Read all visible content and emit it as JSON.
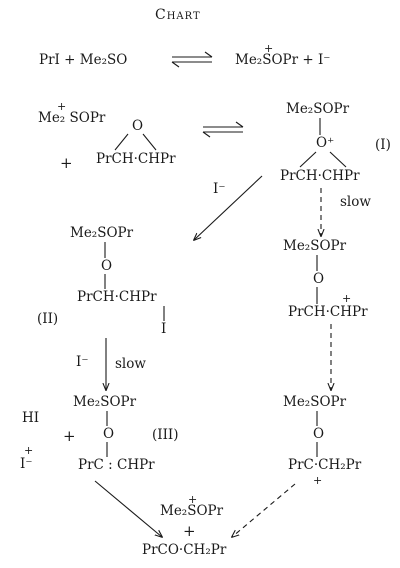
{
  "title": "Chart",
  "row1": {
    "left": "PrI + Me₂SO",
    "right": "Me₂SOPr + I⁻",
    "plus_charge": "+"
  },
  "row2": {
    "mesopr": "Me₂ SOPr",
    "plus_charge": "+",
    "epox_o": "O",
    "plus": "+",
    "epox": "PrCH·CHPr"
  },
  "I": {
    "top": "Me₂SOPr",
    "o": "O⁺",
    "bottom": "PrCH·CHPr",
    "label": "(I)"
  },
  "arrow_labels": {
    "iminus_diag": "I⁻",
    "slow_right": "slow",
    "iminus_down": "I⁻",
    "slow_left": "slow"
  },
  "II": {
    "top": "Me₂SOPr",
    "o": "O",
    "bottom": "PrCH·CHPr",
    "i": "I",
    "label": "(II)"
  },
  "mid_right": {
    "top": "Me₂SOPr",
    "o": "O",
    "bottom": "PrCH·CHPr",
    "plus_charge": "+"
  },
  "III": {
    "hi": "HI",
    "plus": "+",
    "iminus_plus": "+",
    "iminus": "I⁻",
    "top": "Me₂SOPr",
    "o": "O",
    "bottom": "PrC : CHPr",
    "label": "(III)"
  },
  "bottom_right": {
    "top": "Me₂SOPr",
    "o": "O",
    "bottom": "PrC·CH₂Pr",
    "plus_charge": "+"
  },
  "products": {
    "plus_charge": "+",
    "top": "Me₂SOPr",
    "plus": "+",
    "bottom": "PrCO·CH₂Pr"
  }
}
